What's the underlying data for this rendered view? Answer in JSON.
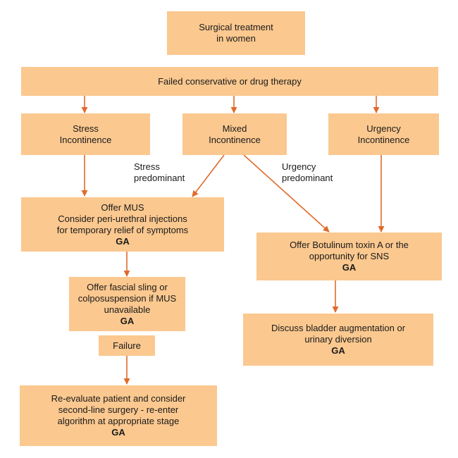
{
  "nodes": {
    "title": {
      "lines": [
        "Surgical treatment",
        "in women"
      ]
    },
    "failed": {
      "lines": [
        "Failed conservative or drug therapy"
      ]
    },
    "stress": {
      "lines": [
        "Stress",
        "Incontinence"
      ]
    },
    "mixed": {
      "lines": [
        "Mixed",
        "Incontinence"
      ]
    },
    "urgency": {
      "lines": [
        "Urgency",
        "Incontinence"
      ]
    },
    "mus": {
      "lines": [
        "Offer MUS",
        "Consider peri-urethral injections",
        "for temporary relief of symptoms"
      ],
      "ga": "GA"
    },
    "botox": {
      "lines": [
        "Offer Botulinum toxin A or the",
        "opportunity for SNS"
      ],
      "ga": "GA"
    },
    "fascial": {
      "lines": [
        "Offer fascial sling or",
        "colposuspension if MUS",
        "unavailable"
      ],
      "ga": "GA"
    },
    "failure": {
      "lines": [
        "Failure"
      ]
    },
    "bladder": {
      "lines": [
        "Discuss bladder augmentation or",
        "urinary diversion"
      ],
      "ga": "GA"
    },
    "reeval": {
      "lines": [
        "Re-evaluate patient and consider",
        "second-line surgery - re-enter",
        "algorithm at appropriate stage"
      ],
      "ga": "GA"
    }
  },
  "edge_labels": {
    "stress_predominant": [
      "Stress",
      "predominant"
    ],
    "urgency_predominant": [
      "Urgency",
      "predominant"
    ]
  },
  "colors": {
    "box": "#fbc88f",
    "arrow": "#e06a2a"
  }
}
